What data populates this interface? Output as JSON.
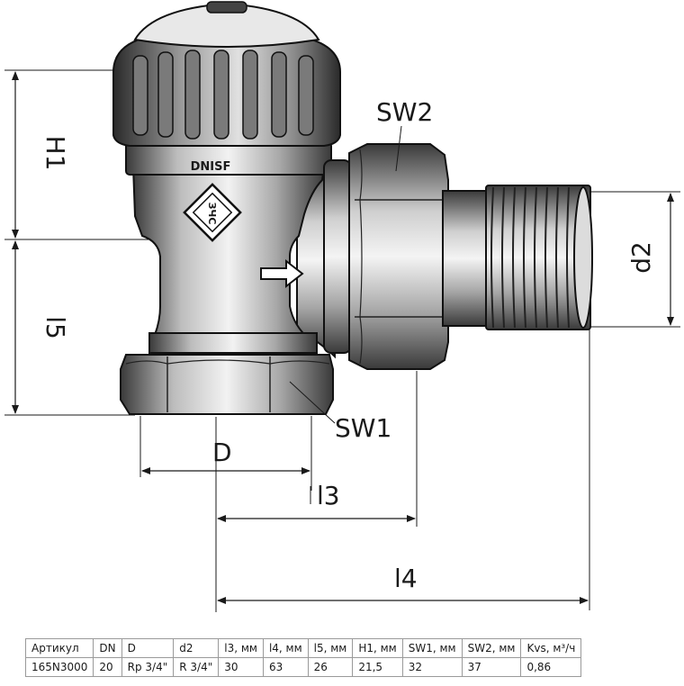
{
  "labels": {
    "h1": "H1",
    "l5": "l5",
    "sw2": "SW2",
    "d2": "d2",
    "sw1": "SW1",
    "d": "D",
    "l3": "l3",
    "l4": "l4"
  },
  "brand_text": "DNISF",
  "logo_text": "ЗЧС",
  "table": {
    "headers": [
      "Артикул",
      "DN",
      "D",
      "d2",
      "l3, мм",
      "l4, мм",
      "l5, мм",
      "H1, мм",
      "SW1, мм",
      "SW2, мм",
      "Kvs, м³/ч"
    ],
    "rows": [
      [
        "165N3000",
        "20",
        "Rp 3/4\"",
        "R 3/4\"",
        "30",
        "63",
        "26",
        "21,5",
        "32",
        "37",
        "0,86"
      ]
    ]
  },
  "icons": [
    "flow-arrow-icon",
    "brand-logo-icon"
  ]
}
